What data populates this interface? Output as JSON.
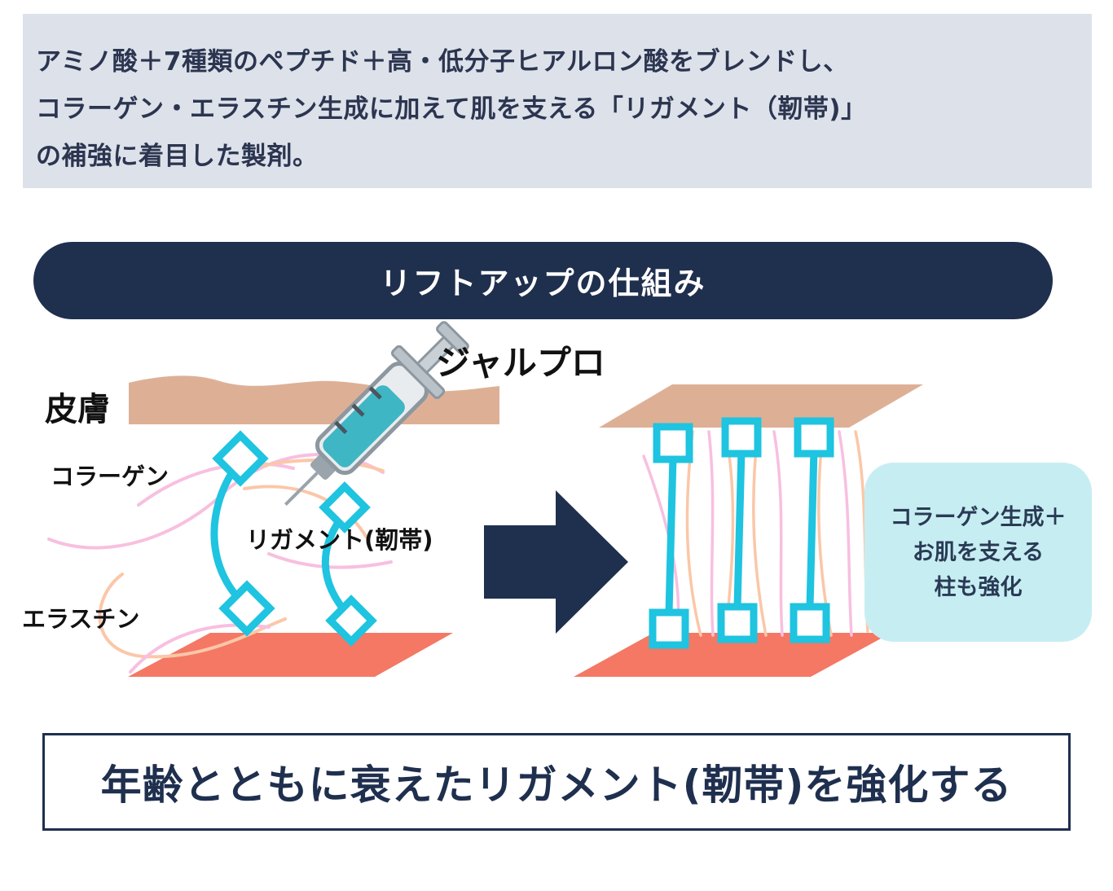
{
  "intro": {
    "lines": [
      "アミノ酸＋7種類のペプチド＋高・低分子ヒアルロン酸をブレンドし、",
      "コラーゲン・エラスチン生成に加えて肌を支える「リガメント（靭帯)」",
      "の補強に着目した製剤。"
    ]
  },
  "section_title": "リフトアップの仕組み",
  "labels": {
    "skin": "皮膚",
    "product": "ジャルプロ",
    "collagen": "コラーゲン",
    "ligament": "リガメント(靭帯)",
    "elastin": "エラスチン"
  },
  "callout": {
    "lines": [
      "コラーゲン生成＋",
      "お肌を支える",
      "柱も強化"
    ]
  },
  "footer": "年齢とともに衰えたリガメント(靭帯)を強化する",
  "colors": {
    "navy": "#1f2f4e",
    "skin": "#ddb096",
    "muscle": "#f47864",
    "ligament": "#1ec4e0",
    "collagen_fiber": "#fbc7a8",
    "elastin_fiber": "#f8bfe0",
    "callout_bg": "#c6eef2",
    "intro_bg": "#dde2ea"
  },
  "icons": [
    "syringe-icon",
    "right-arrow-icon"
  ]
}
